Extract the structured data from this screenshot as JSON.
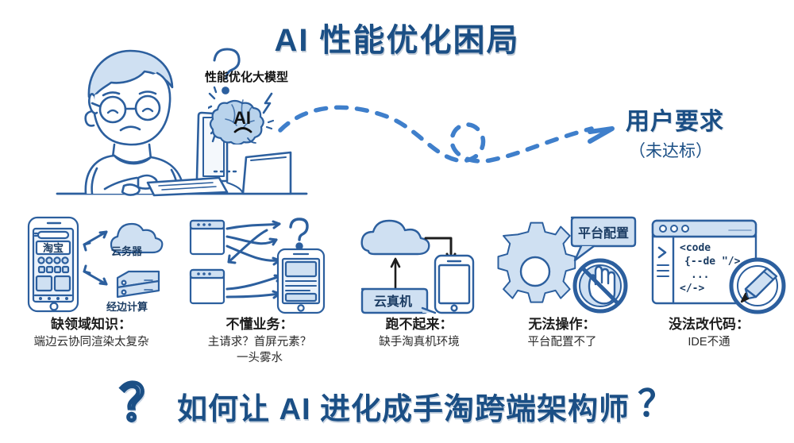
{
  "title": "AI 性能优化困局",
  "hero": {
    "person_alt": "worried-developer-at-computer",
    "question_mark": "?",
    "brain_label": "性能优化大模型",
    "brain_text": "AI"
  },
  "flow": {
    "arrow_name": "dashed-loop-arrow",
    "target_title": "用户要求",
    "target_sub": "（未达标）"
  },
  "icons": [
    {
      "name": "domain-knowledge-icon",
      "phone_app_label": "淘宝",
      "labels": [
        "云务器",
        "经边计算"
      ]
    },
    {
      "name": "business-logic-icon",
      "question_mark": "?",
      "labels": []
    },
    {
      "name": "cloud-device-icon",
      "bubble": "云真机",
      "labels": []
    },
    {
      "name": "platform-config-icon",
      "bubble": "平台配置",
      "labels": []
    },
    {
      "name": "code-editor-icon",
      "code_lines": [
        "<code",
        "{--de \"/>",
        "...",
        "</->"
      ],
      "labels": []
    }
  ],
  "captions": [
    {
      "title": "缺领域知识：",
      "sub1": "端边云协同渲染太复杂",
      "sub2": ""
    },
    {
      "title": "不懂业务：",
      "sub1": "主请求？首屏元素？",
      "sub2": "一头雾水"
    },
    {
      "title": "跑不起来：",
      "sub1": "缺手淘真机环境",
      "sub2": ""
    },
    {
      "title": "无法操作：",
      "sub1": "平台配置不了",
      "sub2": ""
    },
    {
      "title": "没法改代码：",
      "sub1": "IDE不通",
      "sub2": ""
    }
  ],
  "banner": {
    "left_mark": "？",
    "text": "如何让 AI 进化成手淘跨端架构师",
    "right_mark": "？"
  },
  "colors": {
    "brand_dark": "#1b4f85",
    "ink": "#2c5f9e",
    "fill_light": "#cfe0f2",
    "fill_mid": "#a9c6e6",
    "text_dark": "#1d1d1d"
  }
}
